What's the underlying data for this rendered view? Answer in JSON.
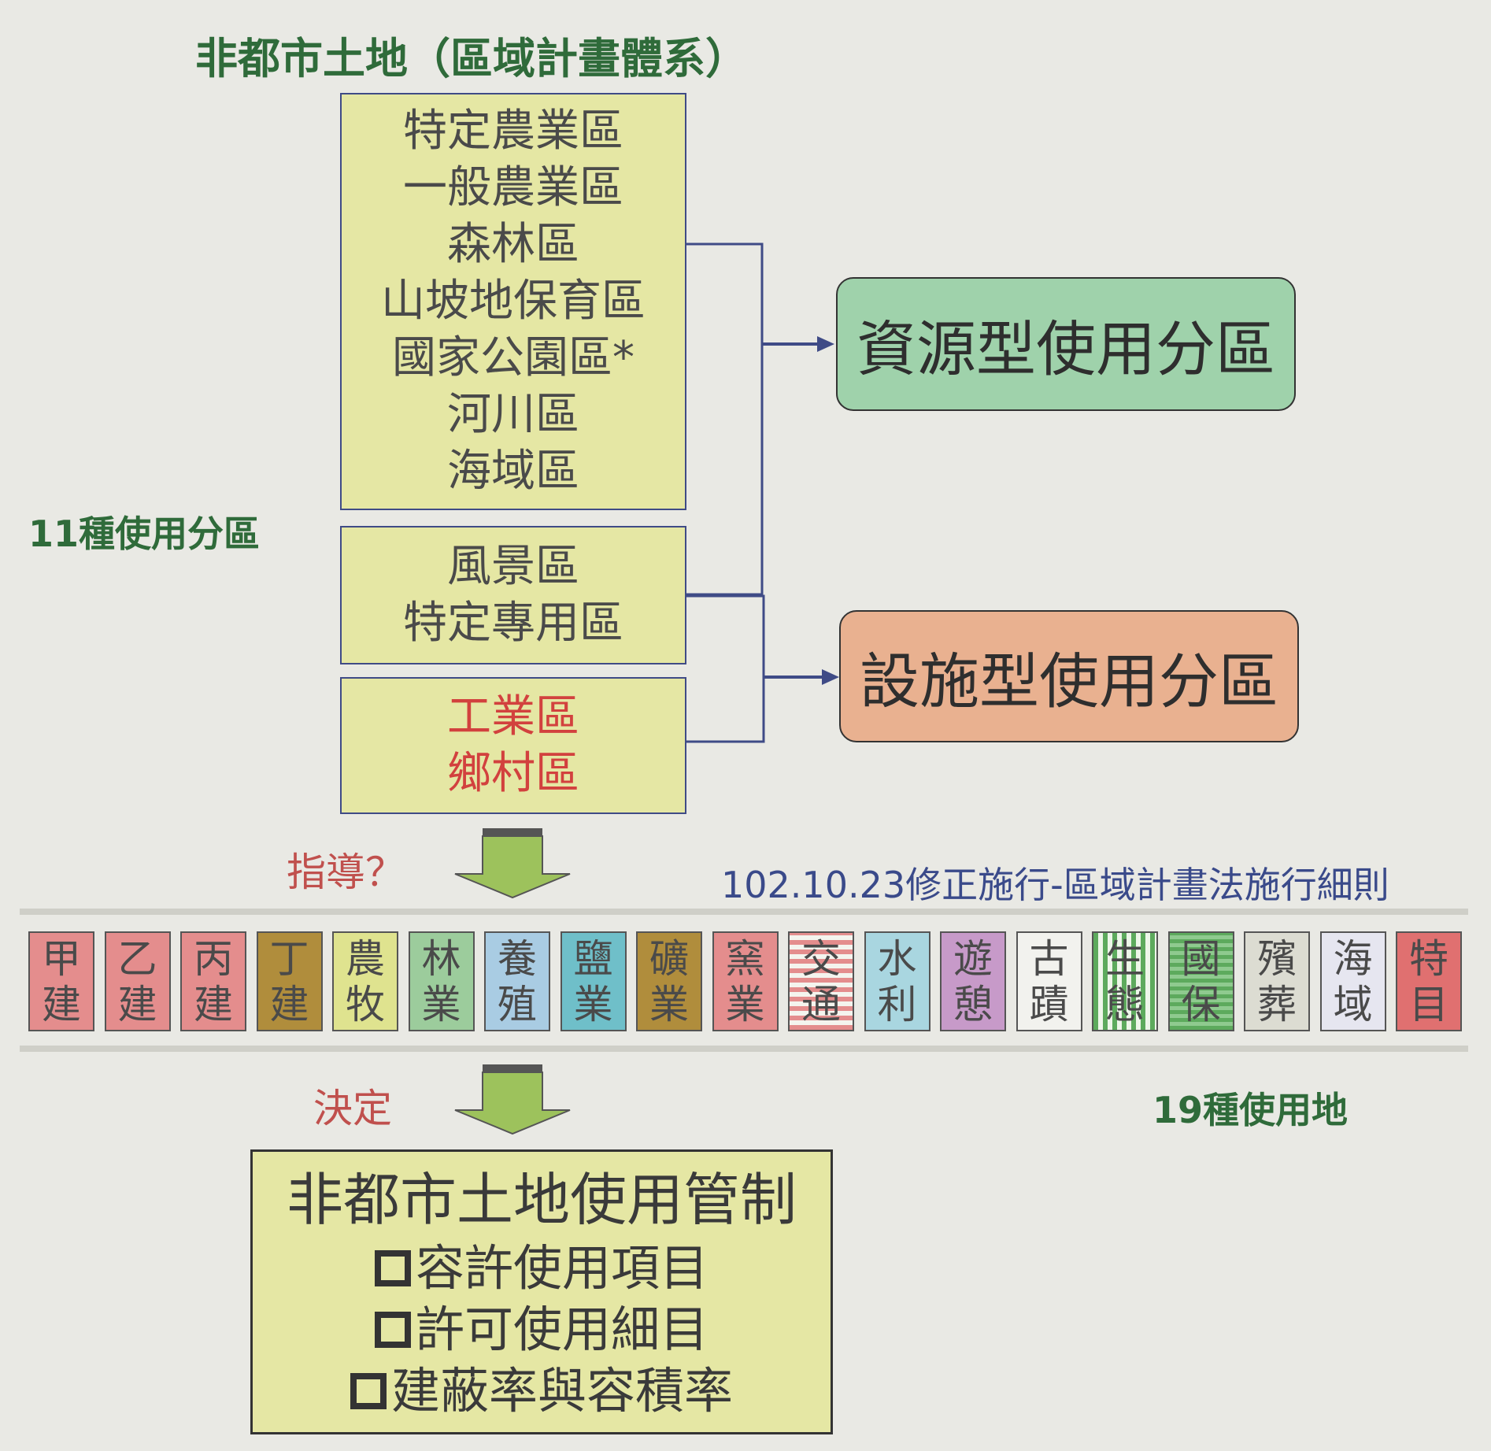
{
  "title": "非都市土地（區域計畫體系）",
  "zones_label": "11種使用分區",
  "zone_group_1": [
    "特定農業區",
    "一般農業區",
    "森林區",
    "山坡地保育區",
    "國家公園區*",
    "河川區",
    "海域區"
  ],
  "zone_group_2": [
    "風景區",
    "特定專用區"
  ],
  "zone_group_3": [
    "工業區",
    "鄉村區"
  ],
  "resource_zone": "資源型使用分區",
  "facility_zone": "設施型使用分區",
  "guide_label": "指導？",
  "decree_label": "102.10.23修正施行-區域計畫法施行細則",
  "land_uses": [
    {
      "top": "甲",
      "bottom": "建",
      "color": "#e48d8d"
    },
    {
      "top": "乙",
      "bottom": "建",
      "color": "#e48d8d"
    },
    {
      "top": "丙",
      "bottom": "建",
      "color": "#e48d8d"
    },
    {
      "top": "丁",
      "bottom": "建",
      "color": "#b08d3c"
    },
    {
      "top": "農",
      "bottom": "牧",
      "color": "#dfe38f"
    },
    {
      "top": "林",
      "bottom": "業",
      "color": "#9ccc9c"
    },
    {
      "top": "養",
      "bottom": "殖",
      "color": "#a9cce3"
    },
    {
      "top": "鹽",
      "bottom": "業",
      "color": "#6fbfc9"
    },
    {
      "top": "礦",
      "bottom": "業",
      "color": "#b08d3c"
    },
    {
      "top": "窯",
      "bottom": "業",
      "color": "#e48d8d"
    },
    {
      "top": "交",
      "bottom": "通",
      "color": "stripe-red"
    },
    {
      "top": "水",
      "bottom": "利",
      "color": "#a9d6e0"
    },
    {
      "top": "遊",
      "bottom": "憩",
      "color": "#c79ac9"
    },
    {
      "top": "古",
      "bottom": "蹟",
      "color": "#f2f2ee"
    },
    {
      "top": "生",
      "bottom": "態",
      "color": "stripe-green-v"
    },
    {
      "top": "國",
      "bottom": "保",
      "color": "stripe-green-h"
    },
    {
      "top": "殯",
      "bottom": "葬",
      "color": "#dcdcd2"
    },
    {
      "top": "海",
      "bottom": "域",
      "color": "#e6e6f0"
    },
    {
      "top": "特",
      "bottom": "目",
      "color": "#e07070"
    }
  ],
  "decide_label": "決定",
  "land_uses_label": "19種使用地",
  "control": {
    "title": "非都市土地使用管制",
    "items": [
      "容許使用項目",
      "許可使用細目",
      "建蔽率與容積率"
    ]
  },
  "colors": {
    "resource": "#9fd2ab",
    "facility": "#e9b190",
    "arrow": "#9dc25c",
    "connector": "#3f4b86"
  }
}
